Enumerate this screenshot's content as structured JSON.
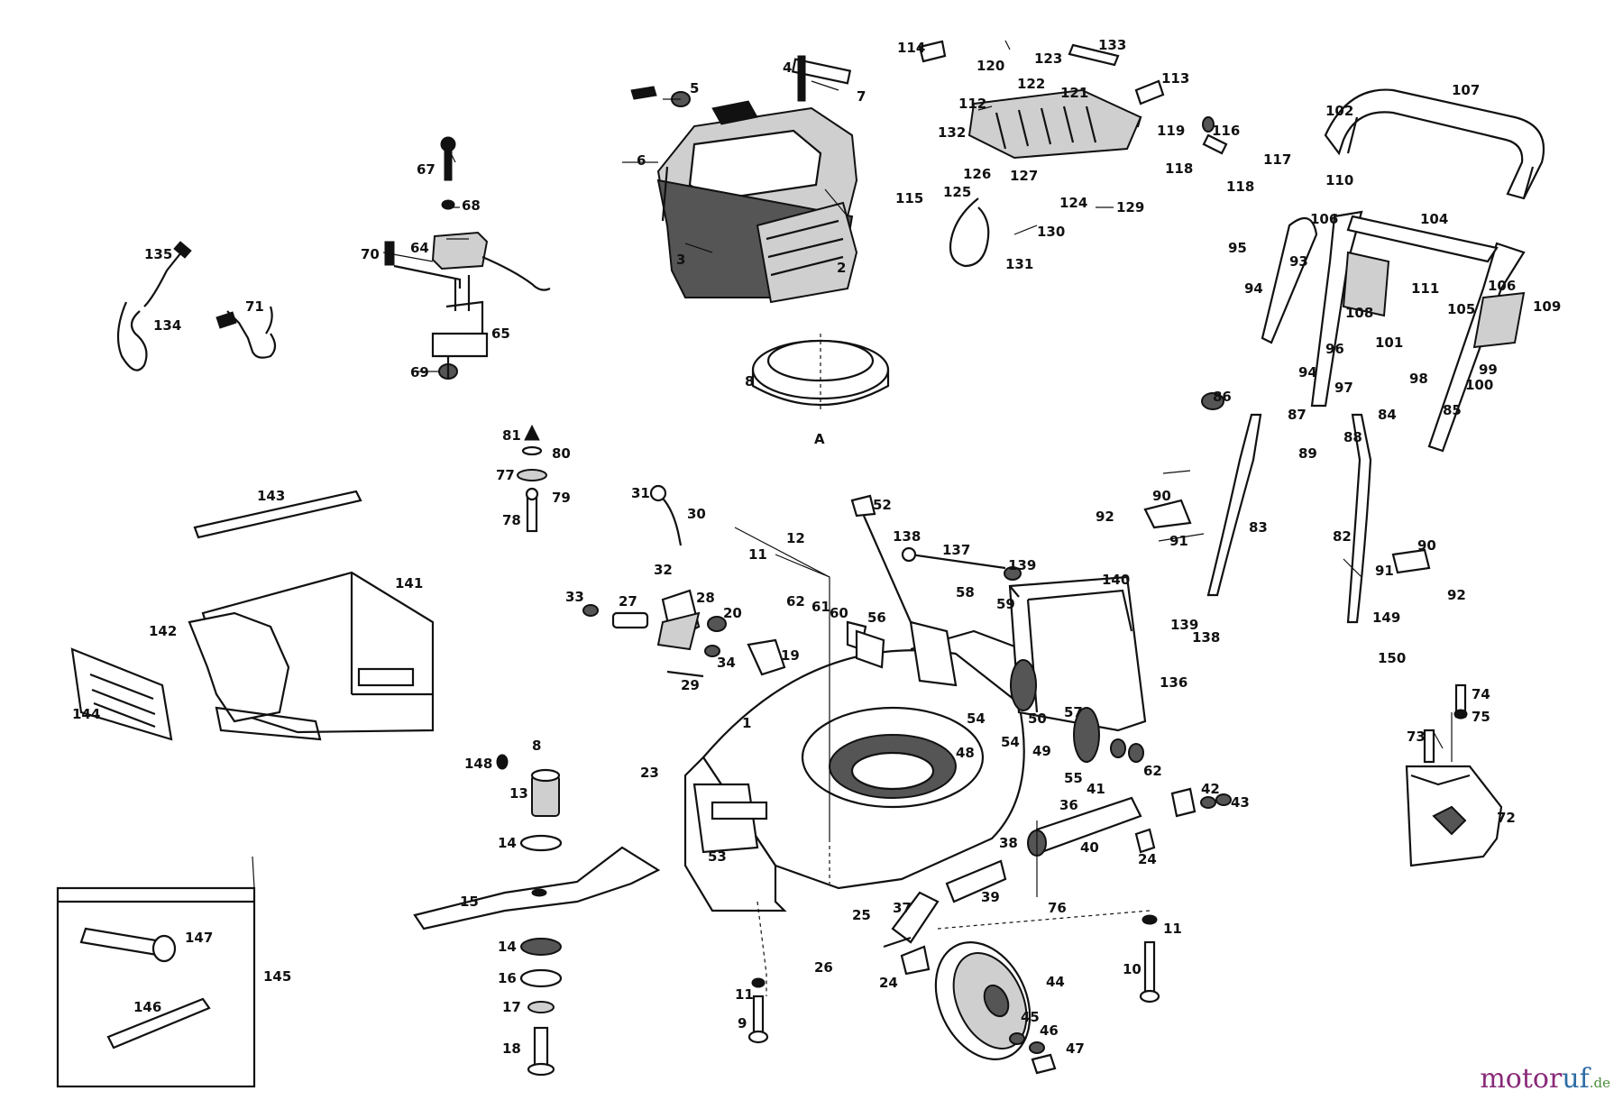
{
  "labels": {
    "l114": "114",
    "l133": "133",
    "l120": "120",
    "l123": "123",
    "l122": "122",
    "l121": "121",
    "l113": "113",
    "l112": "112",
    "l132": "132",
    "l119": "119",
    "l116": "116",
    "l118": "118",
    "l117": "117",
    "l115": "115",
    "l125": "125",
    "l124": "124",
    "l127": "127",
    "l126": "126",
    "l130": "130",
    "l131": "131",
    "l129": "129",
    "l107": "107",
    "l102": "102",
    "l110": "110",
    "l104": "104",
    "l106": "106",
    "l105": "105",
    "l111": "111",
    "l108": "108",
    "l109": "109",
    "l95": "95",
    "l93": "93",
    "l94": "94",
    "l101": "101",
    "l96": "96",
    "l97": "97",
    "l98": "98",
    "l99": "99",
    "l100": "100",
    "l86": "86",
    "l87": "87",
    "l89": "89",
    "l88": "88",
    "l84": "84",
    "l85": "85",
    "l90a": "90",
    "l92a": "92",
    "l91a": "91",
    "l83": "83",
    "l82": "82",
    "l90b": "90",
    "l91b": "91",
    "l92b": "92",
    "l149": "149",
    "l150": "150",
    "l5": "5",
    "l4": "4",
    "l7": "7",
    "l6": "6",
    "l3": "3",
    "l2": "2",
    "l8a": "8",
    "lA": "A",
    "l67": "67",
    "l68": "68",
    "l70": "70",
    "l64": "64",
    "l65": "65",
    "l69": "69",
    "l135": "135",
    "l134": "134",
    "l71": "71",
    "l81": "81",
    "l80": "80",
    "l77": "77",
    "l79": "79",
    "l78": "78",
    "l143": "143",
    "l141": "141",
    "l142": "142",
    "l144": "144",
    "l31": "31",
    "l30": "30",
    "l32": "32",
    "l33": "33",
    "l27": "27",
    "l28": "28",
    "l20": "20",
    "l34": "34",
    "l29": "29",
    "l19": "19",
    "l12": "12",
    "l11a": "11",
    "l52": "52",
    "l62a": "62",
    "l61": "61",
    "l60": "60",
    "l56": "56",
    "l138a": "138",
    "l137": "137",
    "l139a": "139",
    "l140": "140",
    "l58": "58",
    "l59": "59",
    "l139b": "139",
    "l138b": "138",
    "l136": "136",
    "l1": "1",
    "l23": "23",
    "l53": "53",
    "l148": "148",
    "l8b": "8",
    "l13": "13",
    "l14a": "14",
    "l15": "15",
    "l14b": "14",
    "l16": "16",
    "l17": "17",
    "l18": "18",
    "l57": "57",
    "l50": "50",
    "l54": "54",
    "l48": "48",
    "l49": "49",
    "l55": "55",
    "l36": "36",
    "l41": "41",
    "l62b": "62",
    "l42": "42",
    "l43": "43",
    "l40": "40",
    "l38": "38",
    "l24a": "24",
    "l39": "39",
    "l76": "76",
    "l37": "37",
    "l25": "25",
    "l26": "26",
    "l24b": "24",
    "l11b": "11",
    "l10": "10",
    "l44": "44",
    "l45": "45",
    "l46": "46",
    "l47": "47",
    "l11c": "11",
    "l9": "9",
    "l147": "147",
    "l146": "146",
    "l145": "145",
    "l74": "74",
    "l75": "75",
    "l73": "73",
    "l72": "72"
  },
  "watermark": {
    "part1": "motor",
    "part2": "uf",
    "part3": ".de"
  }
}
